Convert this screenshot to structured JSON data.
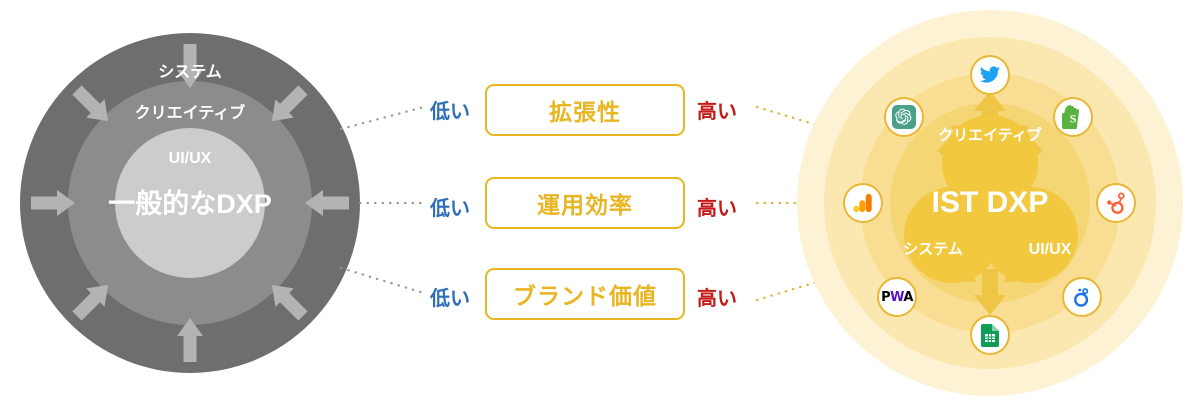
{
  "diagram": {
    "title_left": "一般的なDXP",
    "title_right": "IST DXP",
    "left_circle": {
      "name": "generic-dxp",
      "center_label": "一般的なDXP",
      "ring_labels": [
        "システム",
        "クリエイティブ",
        "UI/UX"
      ],
      "colors": {
        "outer": "#6e6e6e",
        "mid": "#8c8c8c",
        "inner": "#cccccc",
        "arrow": "#b3b3b3",
        "text": "#ffffff"
      },
      "arrow_directions": [
        "down",
        "down-left",
        "left",
        "up-left",
        "up",
        "up-right",
        "right",
        "down-right"
      ],
      "arrow_meaning": "inward"
    },
    "right_circle": {
      "name": "ist-dxp",
      "center_label": "IST DXP",
      "venn_labels": [
        "クリエイティブ",
        "システム",
        "UI/UX"
      ],
      "colors": {
        "halo": "#fdf3d4",
        "outer": "#fbe8b0",
        "mid": "#f8dd92",
        "inner": "#f5d675",
        "venn": "#f2c83f",
        "arrow": "#eec544",
        "text": "#ffffff"
      },
      "arrow_directions": [
        "up",
        "up-right",
        "right",
        "down-right",
        "down",
        "down-left",
        "left",
        "up-left"
      ],
      "arrow_meaning": "outward",
      "icons": [
        {
          "name": "twitter-icon",
          "label": "Twitter",
          "position": "top"
        },
        {
          "name": "shopify-icon",
          "label": "Shopify",
          "position": "top-right"
        },
        {
          "name": "hubspot-icon",
          "label": "HubSpot",
          "position": "right"
        },
        {
          "name": "google-optimize-icon",
          "label": "Google Optimize",
          "position": "bottom-right"
        },
        {
          "name": "google-sheets-icon",
          "label": "Google Sheets",
          "position": "bottom"
        },
        {
          "name": "pwa-icon",
          "label": "PWA",
          "position": "bottom-left"
        },
        {
          "name": "google-analytics-icon",
          "label": "Google Analytics",
          "position": "left"
        },
        {
          "name": "openai-icon",
          "label": "OpenAI",
          "position": "top-left"
        }
      ]
    },
    "comparison_rows": [
      {
        "low": "低い",
        "criterion": "拡張性",
        "high": "高い"
      },
      {
        "low": "低い",
        "criterion": "運用効率",
        "high": "高い"
      },
      {
        "low": "低い",
        "criterion": "ブランド価値",
        "high": "高い"
      }
    ],
    "accent_colors": {
      "box_border": "#e8b623",
      "box_text": "#e8b623",
      "low_text": "#2f6fba",
      "high_text": "#c41a1a",
      "connector_left": "#9a9a9a",
      "connector_right": "#dcb23f"
    }
  }
}
